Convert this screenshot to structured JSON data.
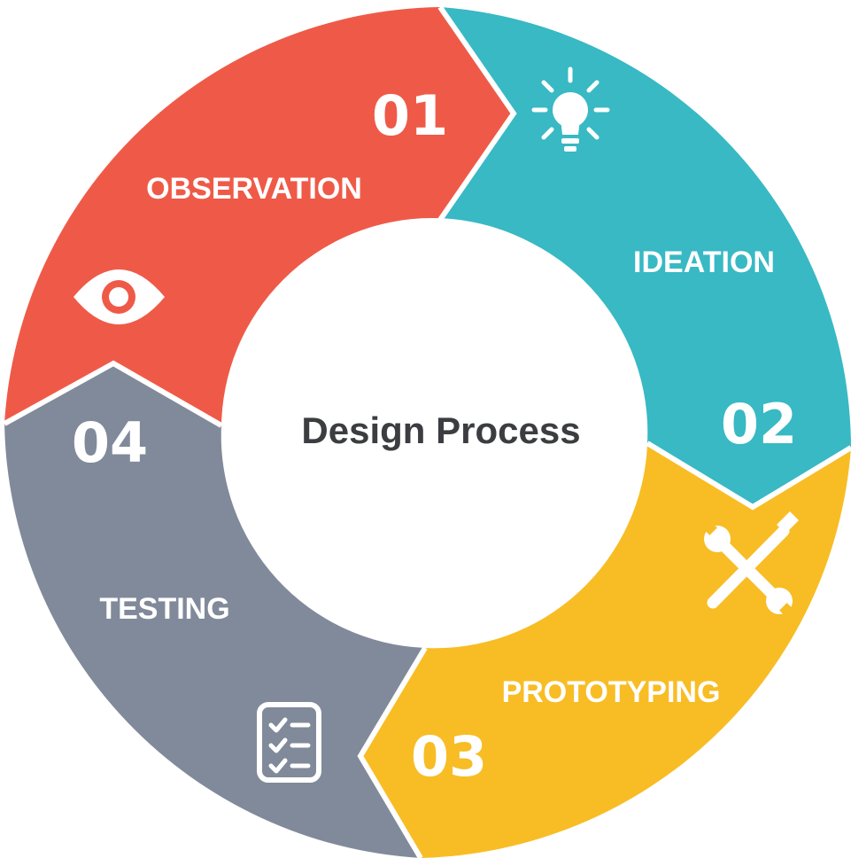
{
  "center": {
    "title": "Design Process",
    "color": "#3b3d40"
  },
  "stages": [
    {
      "number": "01",
      "label": "OBSERVATION",
      "color": "#ef5a48",
      "icon": "eye-icon"
    },
    {
      "number": "02",
      "label": "IDEATION",
      "color": "#38b9c4",
      "icon": "lightbulb-icon"
    },
    {
      "number": "03",
      "label": "PROTOTYPING",
      "color": "#f8bd25",
      "icon": "wrench-screwdriver-icon"
    },
    {
      "number": "04",
      "label": "TESTING",
      "color": "#818a9a",
      "icon": "checklist-icon"
    }
  ]
}
